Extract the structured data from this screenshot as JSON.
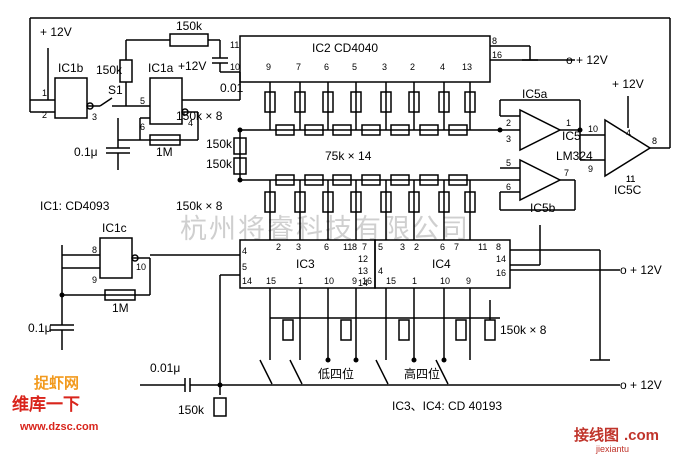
{
  "labels": {
    "vcc_left": "+ 12V",
    "vcc_ic5": "+ 12V",
    "vcc_pin16": "o + 12V",
    "vcc_ic4": "o + 12V",
    "vcc_bottom": "o + 12V",
    "vcc_ic1a": "+12V",
    "ic1b": "IC1b",
    "ic1a": "IC1a",
    "ic1c": "IC1c",
    "ic2": "IC2 CD4040",
    "ic3": "IC3",
    "ic4": "IC4",
    "ic5a": "IC5a",
    "ic5b": "IC5b",
    "ic5": "IC5",
    "lm324": "LM324",
    "ic5c": "IC5C",
    "s1": "S1",
    "r_150k_top": "150k",
    "r_150k_s1": "150k",
    "c_001_top": "0.01",
    "r_1m": "1M",
    "c_01u": "0.1μ",
    "r_150k_x8_top": "150k × 8",
    "r_150k_a": "150k",
    "r_150k_b": "150k",
    "r_75k_x14": "75k × 14",
    "r_150k_x8_mid": "150k × 8",
    "ic1_type": "IC1: CD4093",
    "r_1m_c": "1M",
    "c_01u_c": "0.1μ",
    "r_150k_x8_bot": "150k × 8",
    "c_001u_bot": "0.01μ",
    "r_150k_bot": "150k",
    "low_nibble": "低四位",
    "high_nibble": "高四位",
    "ic34_type": "IC3、IC4: CD 40193"
  },
  "pins": {
    "ic2_top": [
      "9",
      "7",
      "6",
      "5",
      "3",
      "2",
      "4",
      "13"
    ],
    "ic2_side": [
      "11",
      "10",
      "8",
      "16"
    ],
    "ic1b": [
      "1",
      "2",
      "3"
    ],
    "ic1a": [
      "5",
      "6",
      "4"
    ],
    "ic1c": [
      "8",
      "9",
      "10"
    ],
    "ic5a": [
      "2",
      "3",
      "1"
    ],
    "ic5b": [
      "5",
      "6",
      "7"
    ],
    "ic5c": [
      "10",
      "9",
      "8",
      "4",
      "11"
    ],
    "ic3_top": [
      "2",
      "3",
      "6",
      "7"
    ],
    "ic3_right": [
      "12",
      "13",
      "14"
    ],
    "ic3_left": [
      "4",
      "5",
      "14"
    ],
    "ic3_bottom": [
      "15",
      "1",
      "10",
      "9",
      "16"
    ],
    "ic3_misc": [
      "11",
      "8"
    ],
    "ic4_top": [
      "5",
      "3",
      "2",
      "6",
      "7",
      "8",
      "11"
    ],
    "ic4_left": [
      "4"
    ],
    "ic4_right": [
      "14",
      "16"
    ],
    "ic4_bottom": [
      "15",
      "1",
      "10",
      "9"
    ],
    "ic5_center": [
      "11"
    ]
  },
  "watermarks": {
    "company": "杭州将睿科技有限公司",
    "logo_top": "捉虾网",
    "logo_mid": "维库一下",
    "logo_url": "www.dzsc.com",
    "jx_cn": "接线图",
    "jx_com": ".com",
    "jx_url": "jiexiantu"
  },
  "colors": {
    "line": "#000000",
    "watermark": "#cfcfcf",
    "logo_red": "#d9251c",
    "logo_orange": "#f29a1e",
    "jx_red": "#c0342b"
  }
}
